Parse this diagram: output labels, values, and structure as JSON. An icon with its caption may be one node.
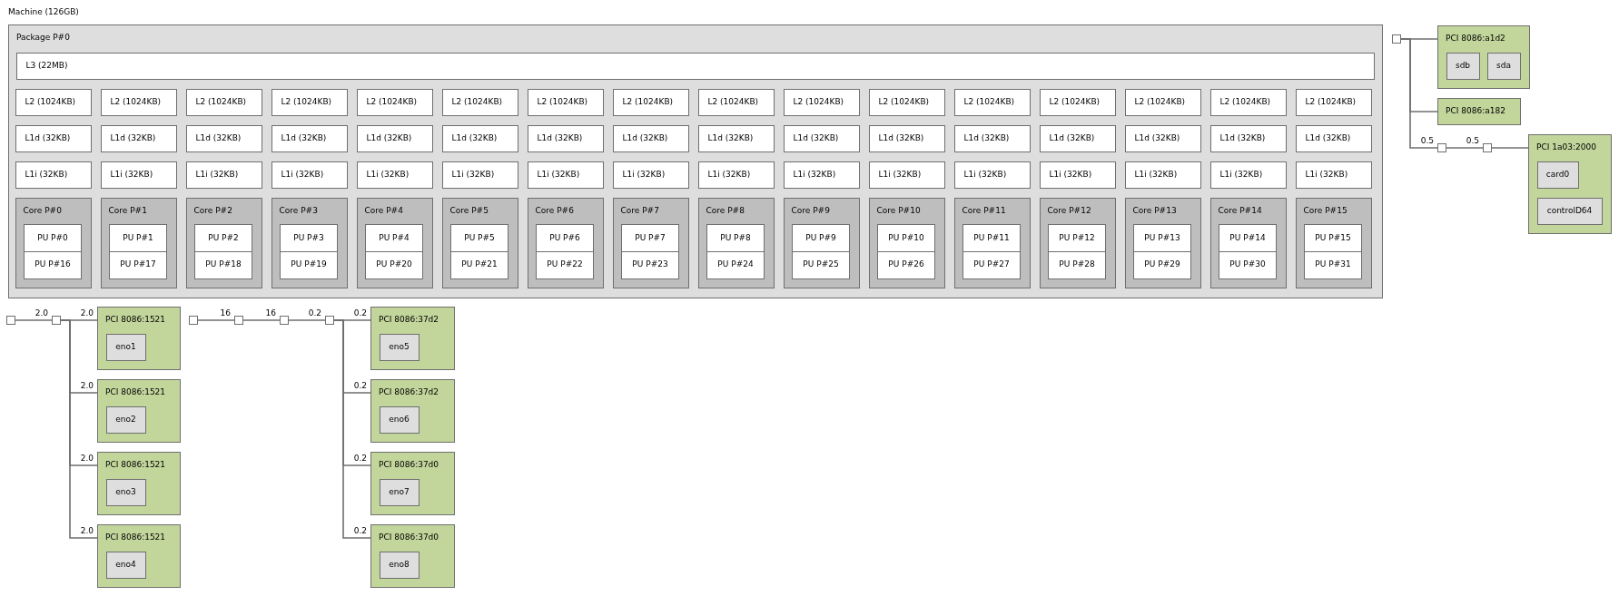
{
  "diagram": {
    "nodes": [
      {
        "text": [
          "Package P#0"
        ]
      },
      {
        "text": [
          "L3 (22MB)"
        ],
        "in": 0
      },
      {
        "text": [
          "L2 (1024KB)"
        ],
        "in": 0
      },
      {
        "text": [
          "L2 (1024KB)"
        ],
        "in": 0
      },
      {
        "text": [
          "L2 (1024KB)"
        ],
        "in": 0
      },
      {
        "text": [
          "L2 (1024KB)"
        ],
        "in": 0
      },
      {
        "text": [
          "L2 (1024KB)"
        ],
        "in": 0
      },
      {
        "text": [
          "L2 (1024KB)"
        ],
        "in": 0
      },
      {
        "text": [
          "L2 (1024KB)"
        ],
        "in": 0
      },
      {
        "text": [
          "L2 (1024KB)"
        ],
        "in": 0
      },
      {
        "text": [
          "L2 (1024KB)"
        ],
        "in": 0
      },
      {
        "text": [
          "L2 (1024KB)"
        ],
        "in": 0
      },
      {
        "text": [
          "L2 (1024KB)"
        ],
        "in": 0
      },
      {
        "text": [
          "L2 (1024KB)"
        ],
        "in": 0
      },
      {
        "text": [
          "L2 (1024KB)"
        ],
        "in": 0
      },
      {
        "text": [
          "L2 (1024KB)"
        ],
        "in": 0
      },
      {
        "text": [
          "L2 (1024KB)"
        ],
        "in": 0
      },
      {
        "text": [
          "L2 (1024KB)"
        ],
        "in": 0
      },
      {
        "text": [
          "L1d (32KB)"
        ],
        "in": 0
      },
      {
        "text": [
          "L1d (32KB)"
        ],
        "in": 0
      },
      {
        "text": [
          "L1d (32KB)"
        ],
        "in": 0
      },
      {
        "text": [
          "L1d (32KB)"
        ],
        "in": 0
      },
      {
        "text": [
          "L1d (32KB)"
        ],
        "in": 0
      },
      {
        "text": [
          "L1d (32KB)"
        ],
        "in": 0
      },
      {
        "text": [
          "L1d (32KB)"
        ],
        "in": 0
      },
      {
        "text": [
          "L1d (32KB)"
        ],
        "in": 0
      },
      {
        "text": [
          "L1d (32KB)"
        ],
        "in": 0
      },
      {
        "text": [
          "L1d (32KB)"
        ],
        "in": 0
      },
      {
        "text": [
          "L1d (32KB)"
        ],
        "in": 0
      },
      {
        "text": [
          "L1d (32KB)"
        ],
        "in": 0
      },
      {
        "text": [
          "L1d (32KB)"
        ],
        "in": 0
      },
      {
        "text": [
          "L1d (32KB)"
        ],
        "in": 0
      },
      {
        "text": [
          "L1d (32KB)"
        ],
        "in": 0
      },
      {
        "text": [
          "L1d (32KB)"
        ],
        "in": 0
      },
      {
        "text": [
          "L1i (32KB)"
        ],
        "in": 0
      },
      {
        "text": [
          "L1i (32KB)"
        ],
        "in": 0
      },
      {
        "text": [
          "L1i (32KB)"
        ],
        "in": 0
      },
      {
        "text": [
          "L1i (32KB)"
        ],
        "in": 0
      },
      {
        "text": [
          "L1i (32KB)"
        ],
        "in": 0
      },
      {
        "text": [
          "L1i (32KB)"
        ],
        "in": 0
      },
      {
        "text": [
          "L1i (32KB)"
        ],
        "in": 0
      },
      {
        "text": [
          "L1i (32KB)"
        ],
        "in": 0
      },
      {
        "text": [
          "L1i (32KB)"
        ],
        "in": 0
      },
      {
        "text": [
          "L1i (32KB)"
        ],
        "in": 0
      },
      {
        "text": [
          "L1i (32KB)"
        ],
        "in": 0
      },
      {
        "text": [
          "L1i (32KB)"
        ],
        "in": 0
      },
      {
        "text": [
          "L1i (32KB)"
        ],
        "in": 0
      },
      {
        "text": [
          "L1i (32KB)"
        ],
        "in": 0
      },
      {
        "text": [
          "L1i (32KB)"
        ],
        "in": 0
      },
      {
        "text": [
          "L1i (32KB)"
        ],
        "in": 0
      },
      {
        "text": [
          "Core P#0"
        ],
        "in": 0
      },
      {
        "text": [
          "PU P#0"
        ],
        "in": 50
      },
      {
        "text": [
          "PU P#16"
        ],
        "in": 50
      },
      {
        "text": [
          "Core P#1"
        ],
        "in": 0
      },
      {
        "text": [
          "PU P#1"
        ],
        "in": 53
      },
      {
        "text": [
          "PU P#17"
        ],
        "in": 53
      },
      {
        "text": [
          "Core P#2"
        ],
        "in": 0
      },
      {
        "text": [
          "PU P#2"
        ],
        "in": 56
      },
      {
        "text": [
          "PU P#18"
        ],
        "in": 56
      },
      {
        "text": [
          "Core P#3"
        ],
        "in": 0
      },
      {
        "text": [
          "PU P#3"
        ],
        "in": 59
      },
      {
        "text": [
          "PU P#19"
        ],
        "in": 59
      },
      {
        "text": [
          "Core P#4"
        ],
        "in": 0
      },
      {
        "text": [
          "PU P#4"
        ],
        "in": 62
      },
      {
        "text": [
          "PU P#20"
        ],
        "in": 62
      },
      {
        "text": [
          "Core P#5"
        ],
        "in": 0
      },
      {
        "text": [
          "PU P#5"
        ],
        "in": 65
      },
      {
        "text": [
          "PU P#21"
        ],
        "in": 65
      },
      {
        "text": [
          "Core P#6"
        ],
        "in": 0
      },
      {
        "text": [
          "PU P#6"
        ],
        "in": 68
      },
      {
        "text": [
          "PU P#22"
        ],
        "in": 68
      },
      {
        "text": [
          "Core P#7"
        ],
        "in": 0
      },
      {
        "text": [
          "PU P#7"
        ],
        "in": 71
      },
      {
        "text": [
          "PU P#23"
        ],
        "in": 71
      },
      {
        "text": [
          "Core P#8"
        ],
        "in": 0
      },
      {
        "text": [
          "PU P#8"
        ],
        "in": 74
      },
      {
        "text": [
          "PU P#24"
        ],
        "in": 74
      },
      {
        "text": [
          "Core P#9"
        ],
        "in": 0
      },
      {
        "text": [
          "PU P#9"
        ],
        "in": 77
      },
      {
        "text": [
          "PU P#25"
        ],
        "in": 77
      },
      {
        "text": [
          "Core P#10"
        ],
        "in": 0
      },
      {
        "text": [
          "PU P#10"
        ],
        "in": 80
      },
      {
        "text": [
          "PU P#26"
        ],
        "in": 80
      },
      {
        "text": [
          "Core P#11"
        ],
        "in": 0
      },
      {
        "text": [
          "PU P#11"
        ],
        "in": 83
      },
      {
        "text": [
          "PU P#27"
        ],
        "in": 83
      },
      {
        "text": [
          "Core P#12"
        ],
        "in": 0
      },
      {
        "text": [
          "PU P#12"
        ],
        "in": 86
      },
      {
        "text": [
          "PU P#28"
        ],
        "in": 86
      },
      {
        "text": [
          "Core P#13"
        ],
        "in": 0
      },
      {
        "text": [
          "PU P#13"
        ],
        "in": 89
      },
      {
        "text": [
          "PU P#29"
        ],
        "in": 89
      },
      {
        "text": [
          "Core P#14"
        ],
        "in": 0
      },
      {
        "text": [
          "PU P#14"
        ],
        "in": 92
      },
      {
        "text": [
          "PU P#30"
        ],
        "in": 92
      },
      {
        "text": [
          "Core P#15"
        ],
        "in": 0
      },
      {
        "text": [
          "PU P#15"
        ],
        "in": 95
      },
      {
        "text": [
          "PU P#31"
        ],
        "in": 95
      },
      {
        "text": [],
        "shape": "box"
      },
      {
        "text": [
          "PCI 8086:a1d2"
        ]
      },
      {
        "text": [
          "sdb"
        ],
        "in": 99
      },
      {
        "text": [
          "sda"
        ],
        "in": 99
      },
      {
        "text": [
          "PCI 8086:a182"
        ]
      },
      {
        "text": [],
        "shape": "box"
      },
      {
        "text": [],
        "shape": "box"
      },
      {
        "text": [
          "PCI 1a03:2000"
        ]
      },
      {
        "text": [
          "card0"
        ],
        "in": 105
      },
      {
        "text": [
          "controlD64"
        ],
        "in": 105
      },
      {
        "text": [],
        "shape": "box"
      },
      {
        "text": [],
        "shape": "box"
      },
      {
        "text": [
          "PCI 8086:1521"
        ]
      },
      {
        "text": [
          "eno1"
        ],
        "in": 110
      },
      {
        "text": [
          "PCI 8086:1521"
        ]
      },
      {
        "text": [
          "eno2"
        ],
        "in": 112
      },
      {
        "text": [
          "PCI 8086:1521"
        ]
      },
      {
        "text": [
          "eno3"
        ],
        "in": 114
      },
      {
        "text": [
          "PCI 8086:1521"
        ]
      },
      {
        "text": [
          "eno4"
        ],
        "in": 116
      },
      {
        "text": [],
        "shape": "box"
      },
      {
        "text": [],
        "shape": "box"
      },
      {
        "text": [],
        "shape": "box"
      },
      {
        "text": [],
        "shape": "box"
      },
      {
        "text": [
          "PCI 8086:37d2"
        ]
      },
      {
        "text": [
          "eno5"
        ],
        "in": 122
      },
      {
        "text": [
          "PCI 8086:37d2"
        ]
      },
      {
        "text": [
          "eno6"
        ],
        "in": 124
      },
      {
        "text": [
          "PCI 8086:37d0"
        ]
      },
      {
        "text": [
          "eno7"
        ],
        "in": 126
      },
      {
        "text": [
          "PCI 8086:37d0"
        ]
      },
      {
        "text": [
          "eno8"
        ],
        "in": 128
      }
    ],
    "edges": [
      {
        "from": 98,
        "to": 99,
        "arrow": "none"
      },
      {
        "from": 98,
        "to": 102,
        "arrow": "none"
      },
      {
        "from": 98,
        "to": 103,
        "arrow": "none",
        "label": "0.5"
      },
      {
        "from": 103,
        "to": 104,
        "arrow": "none",
        "label": "0.5"
      },
      {
        "from": 104,
        "to": 105,
        "arrow": "none"
      },
      {
        "from": 108,
        "to": 109,
        "arrow": "none",
        "label": "2.0"
      },
      {
        "from": 109,
        "to": 110,
        "arrow": "none",
        "label": "2.0"
      },
      {
        "from": 109,
        "to": 112,
        "arrow": "none",
        "label": "2.0"
      },
      {
        "from": 109,
        "to": 114,
        "arrow": "none",
        "label": "2.0"
      },
      {
        "from": 109,
        "to": 116,
        "arrow": "none",
        "label": "2.0"
      },
      {
        "from": 118,
        "to": 119,
        "arrow": "none",
        "label": "16"
      },
      {
        "from": 119,
        "to": 120,
        "arrow": "none",
        "label": "16"
      },
      {
        "from": 120,
        "to": 121,
        "arrow": "none",
        "label": "0.2"
      },
      {
        "from": 121,
        "to": 122,
        "arrow": "none",
        "label": "0.2"
      },
      {
        "from": 121,
        "to": 124,
        "arrow": "none",
        "label": "0.2"
      },
      {
        "from": 121,
        "to": 126,
        "arrow": "none",
        "label": "0.2"
      },
      {
        "from": 121,
        "to": 128,
        "arrow": "none",
        "label": "0.2"
      }
    ],
    "labels": [
      "Machine (126GB)"
    ]
  }
}
